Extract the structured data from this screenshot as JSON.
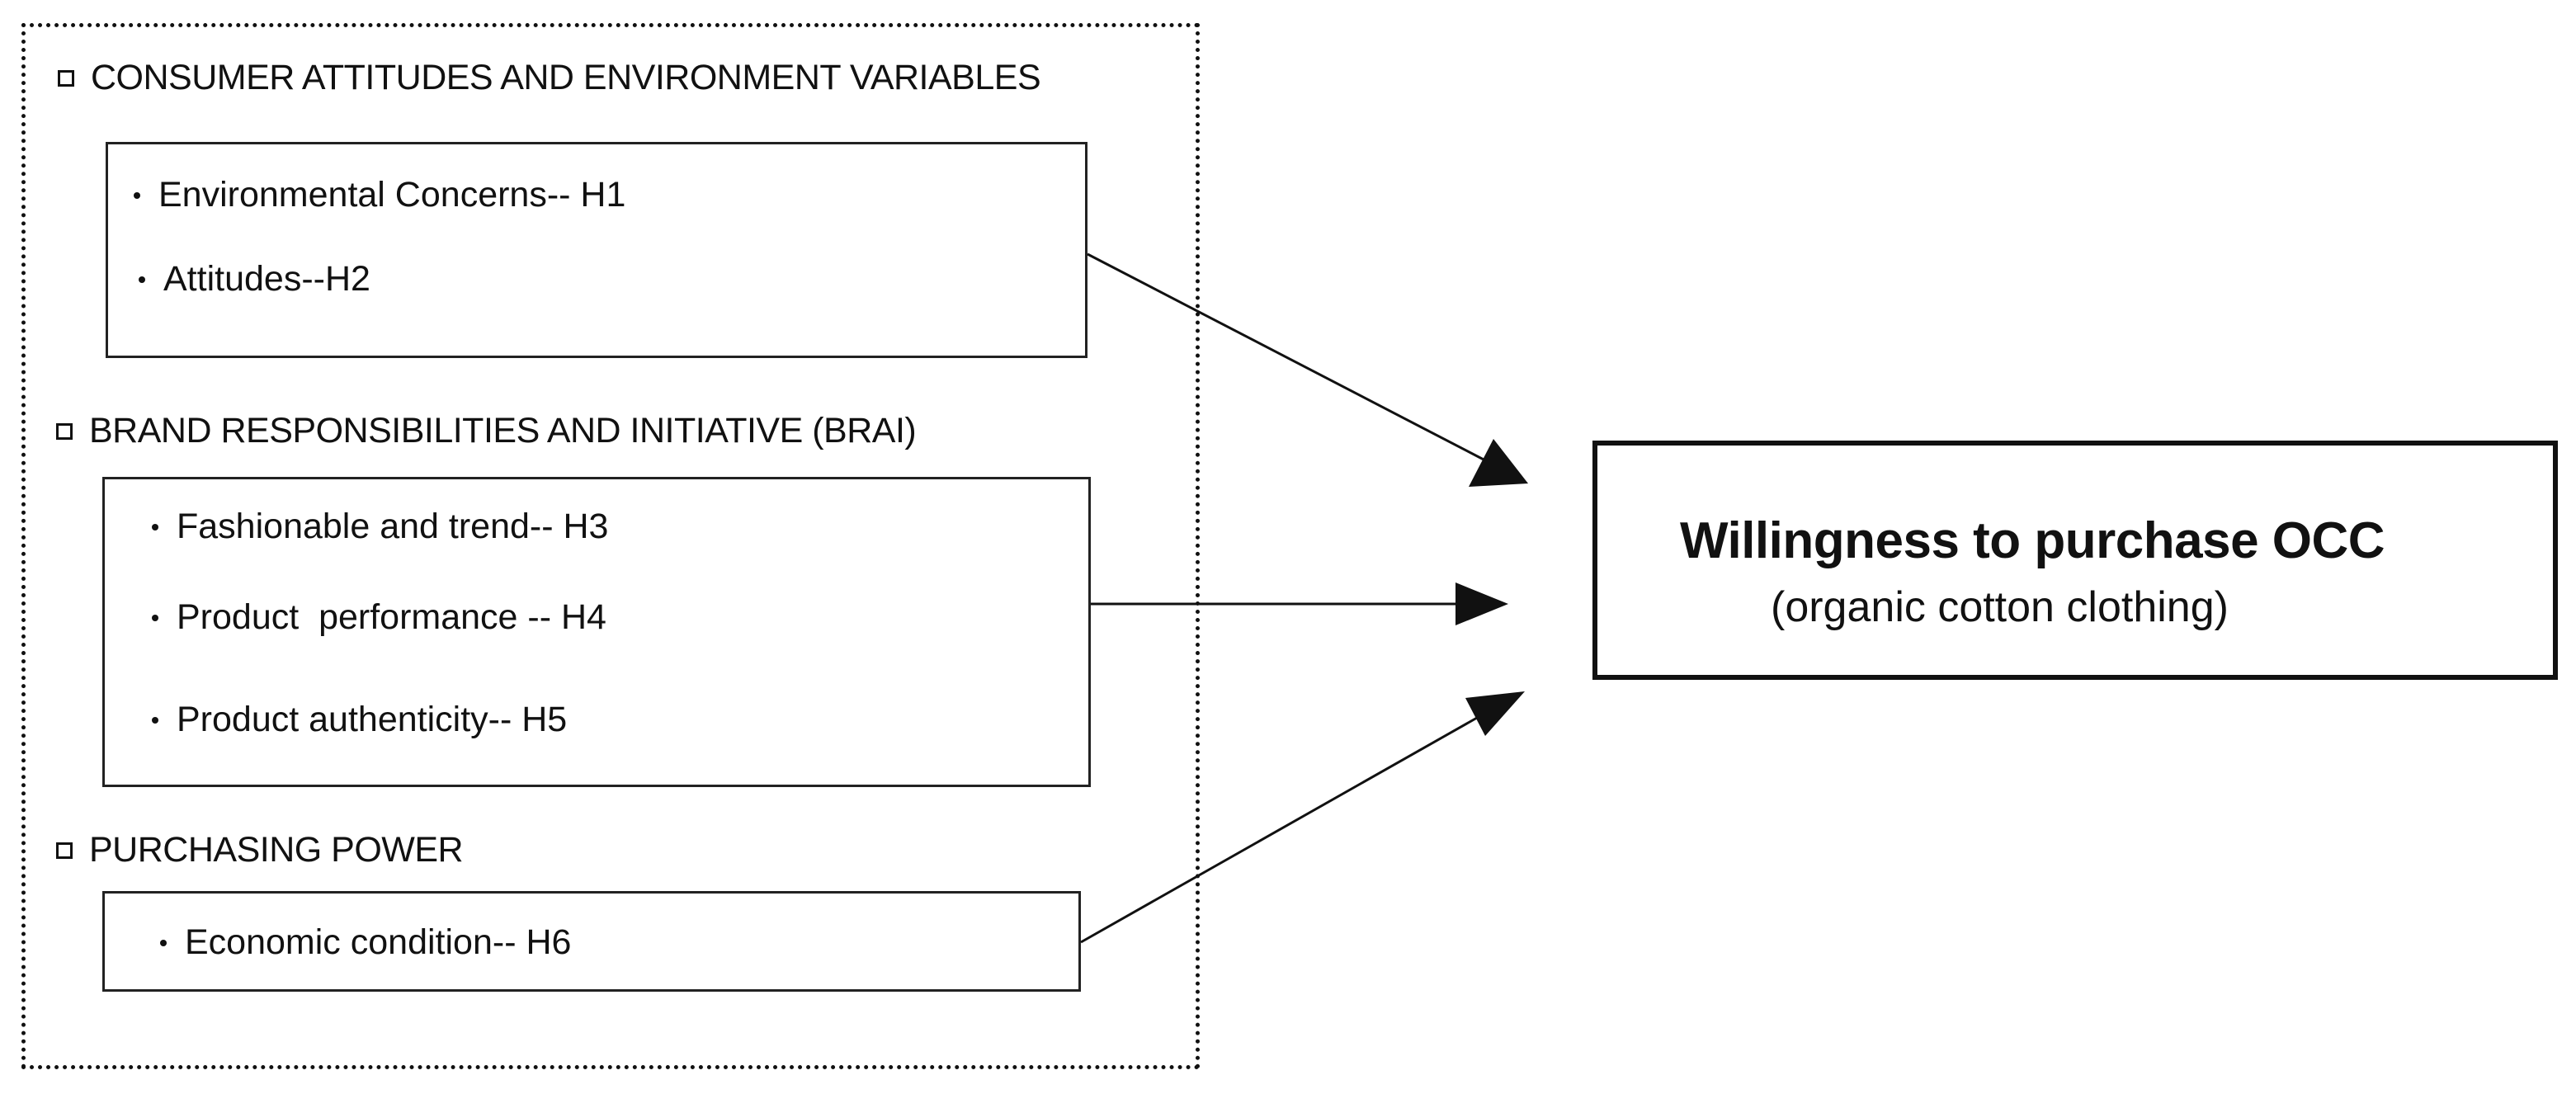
{
  "groups": [
    {
      "title": "CONSUMER ATTITUDES AND ENVIRONMENT VARIABLES",
      "items": [
        "Environmental Concerns-- H1",
        "Attitudes--H2"
      ]
    },
    {
      "title": "BRAND RESPONSIBILITIES AND INITIATIVE (BRAI)",
      "items": [
        "Fashionable and trend-- H3",
        "Product  performance -- H4",
        "Product authenticity-- H5"
      ]
    },
    {
      "title": "PURCHASING POWER",
      "items": [
        "Economic condition-- H6"
      ]
    }
  ],
  "outcome": {
    "title": "Willingness to purchase OCC",
    "subtitle": "(organic cotton clothing)"
  }
}
